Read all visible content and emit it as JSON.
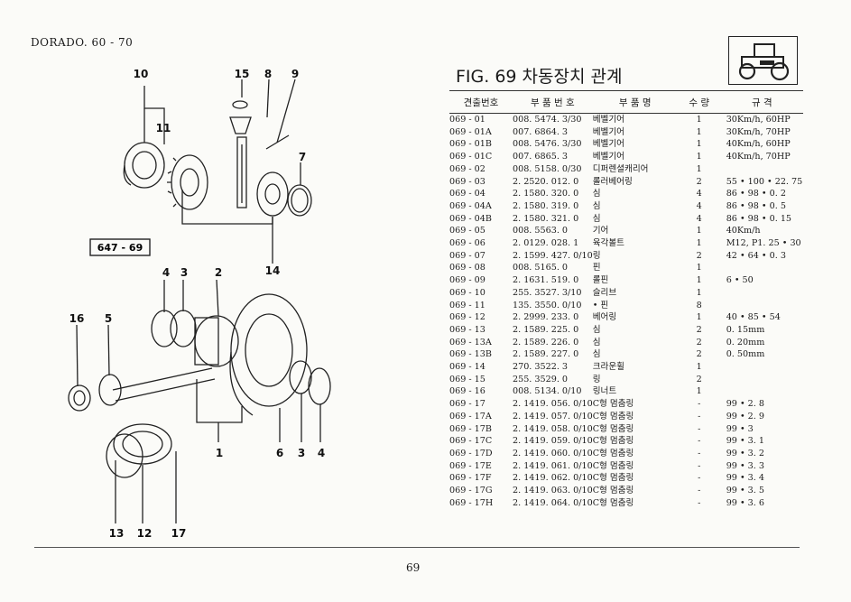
{
  "header": {
    "model": "DORADO. 60 - 70",
    "figure_title": "FIG. 69 차동장치 관계"
  },
  "logo": {
    "icon": "tractor-icon"
  },
  "diagram": {
    "plate_label": "647 - 69",
    "callouts": [
      "10",
      "11",
      "15",
      "8",
      "9",
      "7",
      "14",
      "4",
      "3",
      "2",
      "16",
      "5",
      "1",
      "6",
      "3",
      "4",
      "13",
      "12",
      "17"
    ]
  },
  "table": {
    "headers": [
      "견출번호",
      "부 품 번 호",
      "부 품 명",
      "수 량",
      "규 격"
    ],
    "rows": [
      [
        "069 - 01",
        "008. 5474. 3/30",
        "베벨기어",
        "1",
        "30Km/h, 60HP"
      ],
      [
        "069 - 01A",
        "007. 6864. 3",
        "베벨기어",
        "1",
        "30Km/h, 70HP"
      ],
      [
        "069 - 01B",
        "008. 5476. 3/30",
        "베벨기어",
        "1",
        "40Km/h, 60HP"
      ],
      [
        "069 - 01C",
        "007. 6865. 3",
        "베벨기어",
        "1",
        "40Km/h, 70HP"
      ],
      [
        "069 - 02",
        "008. 5158. 0/30",
        "디퍼렌셜캐리어",
        "1",
        ""
      ],
      [
        "069 - 03",
        "2. 2520. 012. 0",
        "롤러베어링",
        "2",
        "55 • 100 • 22. 75"
      ],
      [
        "069 - 04",
        "2. 1580. 320. 0",
        "심",
        "4",
        "86 • 98 • 0. 2"
      ],
      [
        "069 - 04A",
        "2. 1580. 319. 0",
        "심",
        "4",
        "86 • 98 • 0. 5"
      ],
      [
        "069 - 04B",
        "2. 1580. 321. 0",
        "심",
        "4",
        "86 • 98 • 0. 15"
      ],
      [
        "069 - 05",
        "008. 5563. 0",
        "기어",
        "1",
        "40Km/h"
      ],
      [
        "069 - 06",
        "2. 0129. 028. 1",
        "육각볼트",
        "1",
        "M12, P1. 25 • 30"
      ],
      [
        "069 - 07",
        "2. 1599. 427. 0/10",
        "링",
        "2",
        "42 • 64 • 0. 3"
      ],
      [
        "069 - 08",
        "008. 5165. 0",
        "핀",
        "1",
        ""
      ],
      [
        "069 - 09",
        "2. 1631. 519. 0",
        "롤핀",
        "1",
        "6 • 50"
      ],
      [
        "069 - 10",
        "255. 3527. 3/10",
        "슬리브",
        "1",
        ""
      ],
      [
        "069 - 11",
        "135. 3550. 0/10",
        "• 핀",
        "8",
        ""
      ],
      [
        "069 - 12",
        "2. 2999. 233. 0",
        "베어링",
        "1",
        "40 • 85 • 54"
      ],
      [
        "069 - 13",
        "2. 1589. 225. 0",
        "심",
        "2",
        "0. 15mm"
      ],
      [
        "069 - 13A",
        "2. 1589. 226. 0",
        "심",
        "2",
        "0. 20mm"
      ],
      [
        "069 - 13B",
        "2. 1589. 227. 0",
        "심",
        "2",
        "0. 50mm"
      ],
      [
        "069 - 14",
        "270. 3522. 3",
        "크라운휠",
        "1",
        ""
      ],
      [
        "069 - 15",
        "255. 3529. 0",
        "링",
        "2",
        ""
      ],
      [
        "069 - 16",
        "008. 5134. 0/10",
        "링너트",
        "1",
        ""
      ],
      [
        "069 - 17",
        "2. 1419. 056. 0/10",
        "C형 멈춤링",
        "-",
        "99 • 2. 8"
      ],
      [
        "069 - 17A",
        "2. 1419. 057. 0/10",
        "C형 멈춤링",
        "-",
        "99 • 2. 9"
      ],
      [
        "069 - 17B",
        "2. 1419. 058. 0/10",
        "C형 멈춤링",
        "-",
        "99 • 3"
      ],
      [
        "069 - 17C",
        "2. 1419. 059. 0/10",
        "C형 멈춤링",
        "-",
        "99 • 3. 1"
      ],
      [
        "069 - 17D",
        "2. 1419. 060. 0/10",
        "C형 멈춤링",
        "-",
        "99 • 3. 2"
      ],
      [
        "069 - 17E",
        "2. 1419. 061. 0/10",
        "C형 멈춤링",
        "-",
        "99 • 3. 3"
      ],
      [
        "069 - 17F",
        "2. 1419. 062. 0/10",
        "C형 멈춤링",
        "-",
        "99 • 3. 4"
      ],
      [
        "069 - 17G",
        "2. 1419. 063. 0/10",
        "C형 멈춤링",
        "-",
        "99 • 3. 5"
      ],
      [
        "069 - 17H",
        "2. 1419. 064. 0/10",
        "C형 멈춤링",
        "-",
        "99 • 3. 6"
      ]
    ]
  },
  "footer": {
    "page": "69"
  }
}
